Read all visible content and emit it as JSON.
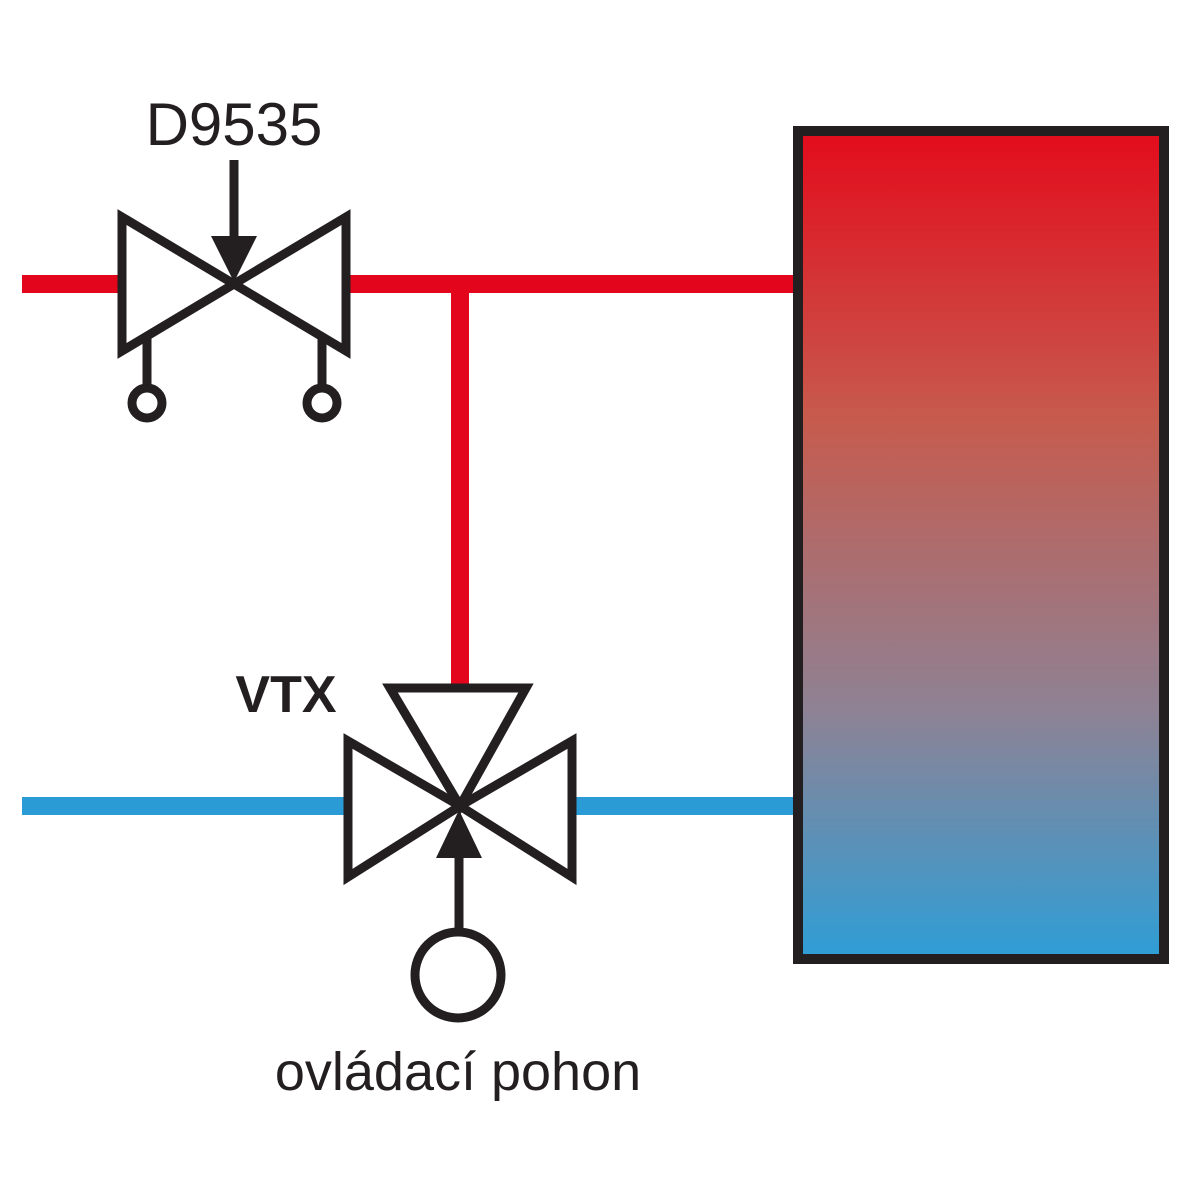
{
  "labels": {
    "upper_valve": "D9535",
    "lower_valve": "VTX",
    "actuator": "ovládací pohon"
  },
  "colors": {
    "hot_pipe": "#e3051b",
    "cold_pipe": "#2a9bd5",
    "outline": "#231f20",
    "tank_top": "#e30b1c",
    "tank_bottom": "#2e9ed6"
  }
}
